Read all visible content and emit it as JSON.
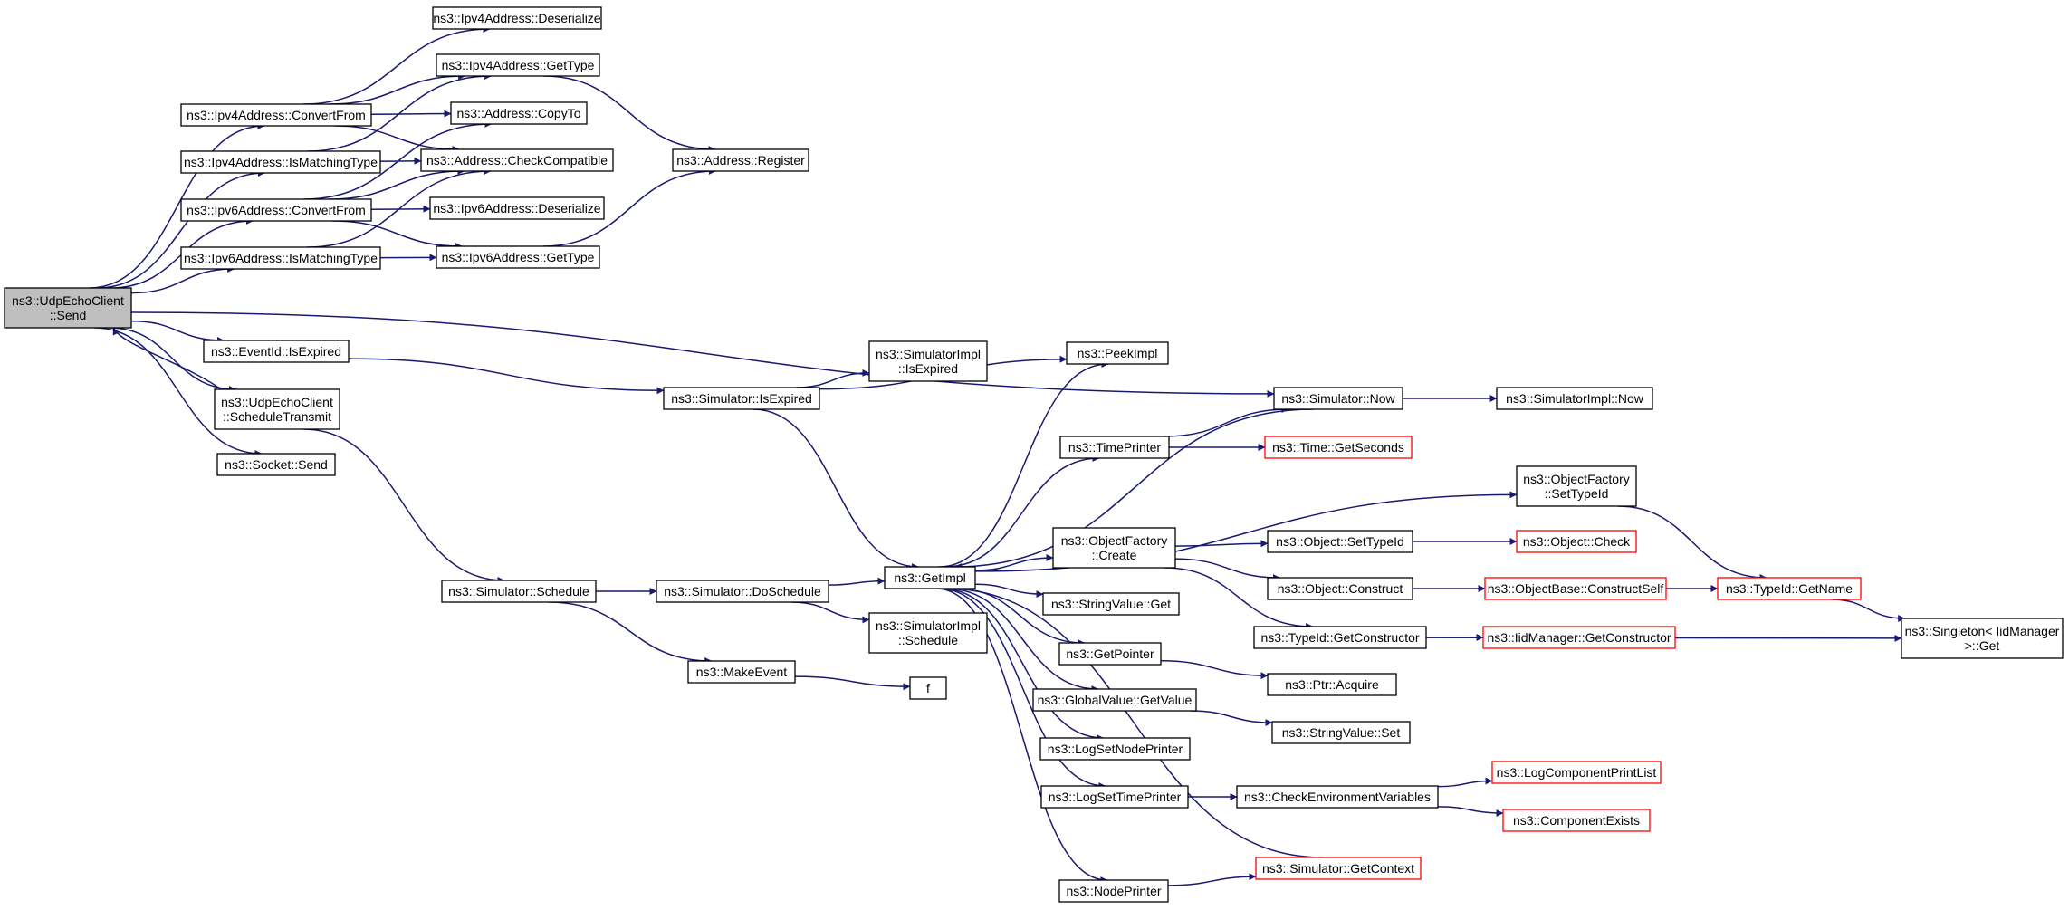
{
  "graph": {
    "colors": {
      "edge": "#191970",
      "border": "#000000",
      "border_missing_doc": "#ff0000",
      "root_fill": "#bfbfbf",
      "background": "#ffffff"
    },
    "nodes": [
      {
        "id": "send",
        "lines": [
          "ns3::UdpEchoClient",
          "::Send"
        ],
        "root": true,
        "red": false
      },
      {
        "id": "ipv4Conv",
        "lines": [
          "ns3::Ipv4Address::ConvertFrom"
        ],
        "red": false
      },
      {
        "id": "ipv4IsMatch",
        "lines": [
          "ns3::Ipv4Address::IsMatchingType"
        ],
        "red": false
      },
      {
        "id": "ipv6Conv",
        "lines": [
          "ns3::Ipv6Address::ConvertFrom"
        ],
        "red": false
      },
      {
        "id": "ipv6IsMatch",
        "lines": [
          "ns3::Ipv6Address::IsMatchingType"
        ],
        "red": false
      },
      {
        "id": "ipv4Deser",
        "lines": [
          "ns3::Ipv4Address::Deserialize"
        ],
        "red": false
      },
      {
        "id": "ipv4GetType",
        "lines": [
          "ns3::Ipv4Address::GetType"
        ],
        "red": false
      },
      {
        "id": "addrCopyTo",
        "lines": [
          "ns3::Address::CopyTo"
        ],
        "red": false
      },
      {
        "id": "addrCheck",
        "lines": [
          "ns3::Address::CheckCompatible"
        ],
        "red": false
      },
      {
        "id": "ipv6Deser",
        "lines": [
          "ns3::Ipv6Address::Deserialize"
        ],
        "red": false
      },
      {
        "id": "ipv6GetType",
        "lines": [
          "ns3::Ipv6Address::GetType"
        ],
        "red": false
      },
      {
        "id": "addrRegister",
        "lines": [
          "ns3::Address::Register"
        ],
        "red": false
      },
      {
        "id": "eventIsExpired",
        "lines": [
          "ns3::EventId::IsExpired"
        ],
        "red": false
      },
      {
        "id": "schedTransmit",
        "lines": [
          "ns3::UdpEchoClient",
          "::ScheduleTransmit"
        ],
        "red": false
      },
      {
        "id": "socketSend",
        "lines": [
          "ns3::Socket::Send"
        ],
        "red": false
      },
      {
        "id": "simIsExpired",
        "lines": [
          "ns3::Simulator::IsExpired"
        ],
        "red": false
      },
      {
        "id": "simImplIsExpired",
        "lines": [
          "ns3::SimulatorImpl",
          "::IsExpired"
        ],
        "red": false
      },
      {
        "id": "peekImpl",
        "lines": [
          "ns3::PeekImpl"
        ],
        "red": false
      },
      {
        "id": "simNow",
        "lines": [
          "ns3::Simulator::Now"
        ],
        "red": false
      },
      {
        "id": "simImplNow",
        "lines": [
          "ns3::SimulatorImpl::Now"
        ],
        "red": false
      },
      {
        "id": "timePrinter",
        "lines": [
          "ns3::TimePrinter"
        ],
        "red": false
      },
      {
        "id": "timeGetSeconds",
        "lines": [
          "ns3::Time::GetSeconds"
        ],
        "red": true
      },
      {
        "id": "objFactSetTypeId",
        "lines": [
          "ns3::ObjectFactory",
          "::SetTypeId"
        ],
        "red": false
      },
      {
        "id": "objFactCreate",
        "lines": [
          "ns3::ObjectFactory",
          "::Create"
        ],
        "red": false
      },
      {
        "id": "objSetTypeId",
        "lines": [
          "ns3::Object::SetTypeId"
        ],
        "red": false
      },
      {
        "id": "objCheck",
        "lines": [
          "ns3::Object::Check"
        ],
        "red": true
      },
      {
        "id": "objConstruct",
        "lines": [
          "ns3::Object::Construct"
        ],
        "red": false
      },
      {
        "id": "objBaseConstructSelf",
        "lines": [
          "ns3::ObjectBase::ConstructSelf"
        ],
        "red": true
      },
      {
        "id": "typeIdGetName",
        "lines": [
          "ns3::TypeId::GetName"
        ],
        "red": true
      },
      {
        "id": "singletonGet",
        "lines": [
          "ns3::Singleton< IidManager",
          ">::Get"
        ],
        "red": false
      },
      {
        "id": "typeIdGetCtor",
        "lines": [
          "ns3::TypeId::GetConstructor"
        ],
        "red": false
      },
      {
        "id": "iidGetCtor",
        "lines": [
          "ns3::IidManager::GetConstructor"
        ],
        "red": true
      },
      {
        "id": "simSchedule",
        "lines": [
          "ns3::Simulator::Schedule"
        ],
        "red": false
      },
      {
        "id": "simDoSchedule",
        "lines": [
          "ns3::Simulator::DoSchedule"
        ],
        "red": false
      },
      {
        "id": "getImpl",
        "lines": [
          "ns3::GetImpl"
        ],
        "red": false
      },
      {
        "id": "simImplSchedule",
        "lines": [
          "ns3::SimulatorImpl",
          "::Schedule"
        ],
        "red": false
      },
      {
        "id": "makeEvent",
        "lines": [
          "ns3::MakeEvent"
        ],
        "red": false
      },
      {
        "id": "f",
        "lines": [
          "f"
        ],
        "red": false
      },
      {
        "id": "stringValueGet",
        "lines": [
          "ns3::StringValue::Get"
        ],
        "red": false
      },
      {
        "id": "getPointer",
        "lines": [
          "ns3::GetPointer"
        ],
        "red": false
      },
      {
        "id": "ptrAcquire",
        "lines": [
          "ns3::Ptr::Acquire"
        ],
        "red": false
      },
      {
        "id": "globalValueGetValue",
        "lines": [
          "ns3::GlobalValue::GetValue"
        ],
        "red": false
      },
      {
        "id": "stringValueSet",
        "lines": [
          "ns3::StringValue::Set"
        ],
        "red": false
      },
      {
        "id": "logSetNodePrinter",
        "lines": [
          "ns3::LogSetNodePrinter"
        ],
        "red": false
      },
      {
        "id": "logSetTimePrinter",
        "lines": [
          "ns3::LogSetTimePrinter"
        ],
        "red": false
      },
      {
        "id": "checkEnvVars",
        "lines": [
          "ns3::CheckEnvironmentVariables"
        ],
        "red": false
      },
      {
        "id": "logCompPrintList",
        "lines": [
          "ns3::LogComponentPrintList"
        ],
        "red": true
      },
      {
        "id": "componentExists",
        "lines": [
          "ns3::ComponentExists"
        ],
        "red": true
      },
      {
        "id": "simGetContext",
        "lines": [
          "ns3::Simulator::GetContext"
        ],
        "red": true
      },
      {
        "id": "nodePrinter",
        "lines": [
          "ns3::NodePrinter"
        ],
        "red": false
      }
    ],
    "edges": [
      [
        "send",
        "ipv4Conv"
      ],
      [
        "send",
        "ipv4IsMatch"
      ],
      [
        "send",
        "ipv6Conv"
      ],
      [
        "send",
        "ipv6IsMatch"
      ],
      [
        "send",
        "simNow"
      ],
      [
        "send",
        "eventIsExpired"
      ],
      [
        "send",
        "schedTransmit"
      ],
      [
        "send",
        "socketSend"
      ],
      [
        "schedTransmit",
        "send"
      ],
      [
        "ipv4Conv",
        "ipv4Deser"
      ],
      [
        "ipv4Conv",
        "ipv4GetType"
      ],
      [
        "ipv4Conv",
        "addrCopyTo"
      ],
      [
        "ipv4Conv",
        "addrCheck"
      ],
      [
        "ipv4IsMatch",
        "ipv4GetType"
      ],
      [
        "ipv4IsMatch",
        "addrCheck"
      ],
      [
        "ipv6Conv",
        "addrCopyTo"
      ],
      [
        "ipv6Conv",
        "addrCheck"
      ],
      [
        "ipv6Conv",
        "ipv6Deser"
      ],
      [
        "ipv6Conv",
        "ipv6GetType"
      ],
      [
        "ipv6IsMatch",
        "addrCheck"
      ],
      [
        "ipv6IsMatch",
        "ipv6GetType"
      ],
      [
        "ipv4GetType",
        "addrRegister"
      ],
      [
        "ipv6GetType",
        "addrRegister"
      ],
      [
        "eventIsExpired",
        "simIsExpired"
      ],
      [
        "simIsExpired",
        "simImplIsExpired"
      ],
      [
        "simIsExpired",
        "peekImpl"
      ],
      [
        "simIsExpired",
        "getImpl"
      ],
      [
        "schedTransmit",
        "simSchedule"
      ],
      [
        "simSchedule",
        "simDoSchedule"
      ],
      [
        "simSchedule",
        "makeEvent"
      ],
      [
        "simDoSchedule",
        "getImpl"
      ],
      [
        "simDoSchedule",
        "simImplSchedule"
      ],
      [
        "makeEvent",
        "f"
      ],
      [
        "simNow",
        "simImplNow"
      ],
      [
        "simNow",
        "getImpl"
      ],
      [
        "getImpl",
        "peekImpl"
      ],
      [
        "getImpl",
        "timePrinter"
      ],
      [
        "getImpl",
        "objFactSetTypeId"
      ],
      [
        "getImpl",
        "objFactCreate"
      ],
      [
        "getImpl",
        "stringValueGet"
      ],
      [
        "getImpl",
        "getPointer"
      ],
      [
        "getImpl",
        "globalValueGetValue"
      ],
      [
        "getImpl",
        "logSetNodePrinter"
      ],
      [
        "getImpl",
        "logSetTimePrinter"
      ],
      [
        "getImpl",
        "nodePrinter"
      ],
      [
        "timePrinter",
        "simNow"
      ],
      [
        "timePrinter",
        "timeGetSeconds"
      ],
      [
        "objFactSetTypeId",
        "typeIdGetName"
      ],
      [
        "objFactCreate",
        "objSetTypeId"
      ],
      [
        "objFactCreate",
        "objConstruct"
      ],
      [
        "objFactCreate",
        "typeIdGetCtor"
      ],
      [
        "objSetTypeId",
        "objCheck"
      ],
      [
        "objConstruct",
        "objBaseConstructSelf"
      ],
      [
        "objBaseConstructSelf",
        "typeIdGetName"
      ],
      [
        "typeIdGetName",
        "singletonGet"
      ],
      [
        "typeIdGetCtor",
        "iidGetCtor"
      ],
      [
        "typeIdGetCtor",
        "singletonGet"
      ],
      [
        "getPointer",
        "ptrAcquire"
      ],
      [
        "globalValueGetValue",
        "stringValueSet"
      ],
      [
        "logSetTimePrinter",
        "checkEnvVars"
      ],
      [
        "checkEnvVars",
        "logCompPrintList"
      ],
      [
        "checkEnvVars",
        "componentExists"
      ],
      [
        "simGetContext",
        "getImpl"
      ],
      [
        "nodePrinter",
        "simGetContext"
      ]
    ]
  }
}
